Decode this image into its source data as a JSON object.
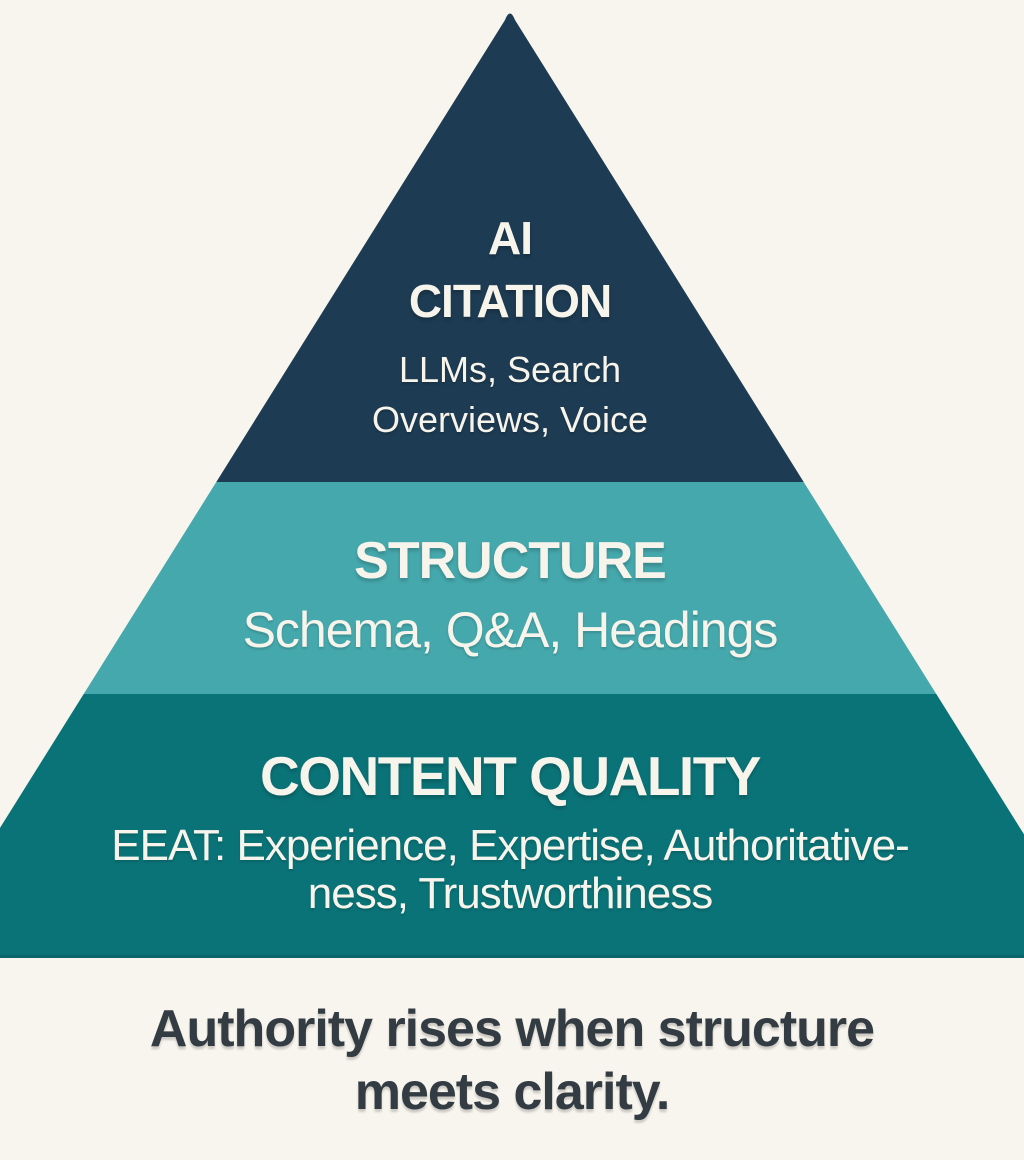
{
  "background_color": "#f8f5ee",
  "pyramid": {
    "text_color": "#f7f4ec",
    "tiers": [
      {
        "name": "ai-citation",
        "color": "#1d3b52",
        "title_lines": [
          "AI",
          "CITATION"
        ],
        "subtitle_lines": [
          "LLMs, Search",
          "Overviews, Voice"
        ]
      },
      {
        "name": "structure",
        "color": "#45a8ac",
        "title_lines": [
          "STRUCTURE"
        ],
        "subtitle_lines": [
          "Schema, Q&A, Headings"
        ]
      },
      {
        "name": "content-quality",
        "color": "#0a7377",
        "title_lines": [
          "CONTENT QUALITY"
        ],
        "subtitle_lines": [
          "EEAT: Experience, Expertise, Authoritative-",
          "ness, Trustworthiness"
        ]
      }
    ]
  },
  "caption": {
    "lines": [
      "Authority rises when structure",
      "meets clarity."
    ],
    "color": "#333c43"
  }
}
